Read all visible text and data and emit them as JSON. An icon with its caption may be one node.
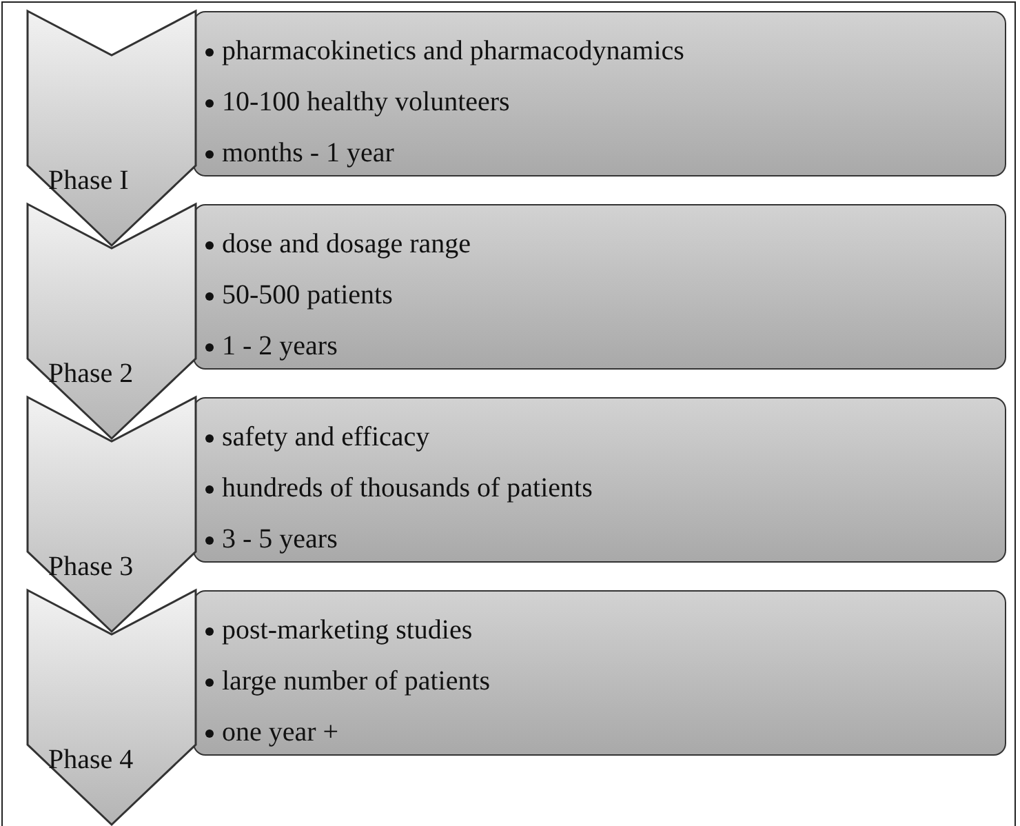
{
  "diagram": {
    "nodes": [
      {
        "text": [
          "Phase I"
        ]
      },
      {
        "text": [
          "pharmacokinetics and pharmacodynamics",
          "10-100 healthy volunteers",
          "months - 1 year"
        ]
      },
      {
        "text": [
          "Phase 2"
        ]
      },
      {
        "text": [
          "dose and dosage range",
          "50-500 patients",
          "1 - 2 years"
        ]
      },
      {
        "text": [
          "Phase 3"
        ]
      },
      {
        "text": [
          "safety and efficacy",
          "hundreds of thousands of patients",
          "3 - 5 years"
        ]
      },
      {
        "text": [
          "Phase 4"
        ]
      },
      {
        "text": [
          "post-marketing studies",
          "large number of patients",
          "one year +"
        ]
      }
    ]
  }
}
